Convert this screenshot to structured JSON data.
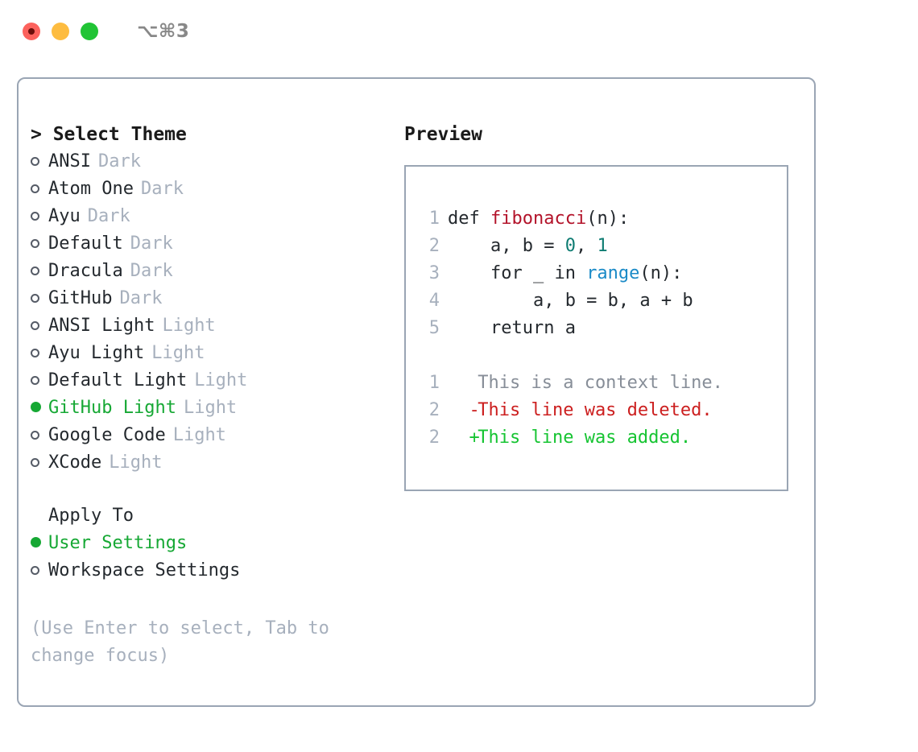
{
  "titlebar": {
    "shortcut": "⌥⌘3",
    "lights": [
      {
        "name": "close",
        "color": "#fc625d"
      },
      {
        "name": "minimize",
        "color": "#fdbc40"
      },
      {
        "name": "zoom",
        "color": "#21c435"
      }
    ]
  },
  "theme_panel": {
    "title": "> Select Theme",
    "items": [
      {
        "label": "ANSI",
        "suffix": "Dark",
        "selected": false
      },
      {
        "label": "Atom One",
        "suffix": "Dark",
        "selected": false
      },
      {
        "label": "Ayu",
        "suffix": "Dark",
        "selected": false
      },
      {
        "label": "Default",
        "suffix": "Dark",
        "selected": false
      },
      {
        "label": "Dracula",
        "suffix": "Dark",
        "selected": false
      },
      {
        "label": "GitHub",
        "suffix": "Dark",
        "selected": false
      },
      {
        "label": "ANSI Light",
        "suffix": "Light",
        "selected": false
      },
      {
        "label": "Ayu Light",
        "suffix": "Light",
        "selected": false
      },
      {
        "label": "Default Light",
        "suffix": "Light",
        "selected": false
      },
      {
        "label": "GitHub Light",
        "suffix": "Light",
        "selected": true
      },
      {
        "label": "Google Code",
        "suffix": "Light",
        "selected": false
      },
      {
        "label": "XCode",
        "suffix": "Light",
        "selected": false
      }
    ]
  },
  "apply_to": {
    "heading": "Apply To",
    "options": [
      {
        "label": "User Settings",
        "selected": true
      },
      {
        "label": "Workspace Settings",
        "selected": false
      }
    ]
  },
  "hint": "(Use Enter to select, Tab to change focus)",
  "preview": {
    "title": "Preview",
    "code_lines": [
      {
        "number": "1",
        "spans": [
          {
            "text": "def ",
            "type": "plain"
          },
          {
            "text": "fibonacci",
            "type": "func"
          },
          {
            "text": "(n):",
            "type": "plain"
          }
        ]
      },
      {
        "number": "2",
        "spans": [
          {
            "text": "    a, b = ",
            "type": "plain"
          },
          {
            "text": "0",
            "type": "num"
          },
          {
            "text": ", ",
            "type": "plain"
          },
          {
            "text": "1",
            "type": "num"
          }
        ]
      },
      {
        "number": "3",
        "spans": [
          {
            "text": "    for _ in ",
            "type": "plain"
          },
          {
            "text": "range",
            "type": "builtin"
          },
          {
            "text": "(n):",
            "type": "plain"
          }
        ]
      },
      {
        "number": "4",
        "spans": [
          {
            "text": "        a, b = b, a + b",
            "type": "plain"
          }
        ]
      },
      {
        "number": "5",
        "spans": [
          {
            "text": "    return a",
            "type": "plain"
          }
        ]
      }
    ],
    "diff_lines": [
      {
        "number": "1",
        "sign": " ",
        "text": "This is a context line.",
        "kind": "ctx"
      },
      {
        "number": "2",
        "sign": "-",
        "text": "This line was deleted.",
        "kind": "del"
      },
      {
        "number": "2",
        "sign": "+",
        "text": "This line was added.",
        "kind": "add"
      }
    ]
  },
  "colors": {
    "selected_green": "#16a834",
    "muted": "#a7b0bd",
    "text": "#24292e",
    "border": "#9aa5b4",
    "diff_add": "#16c432",
    "diff_del": "#cc1f1f",
    "func": "#b3132a",
    "num": "#0e7c72",
    "builtin": "#1a8ac7"
  }
}
